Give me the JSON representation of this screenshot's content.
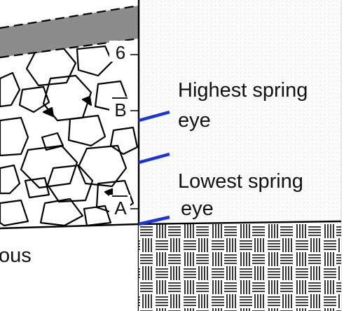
{
  "labels": {
    "marker_6": "6",
    "marker_b": "B",
    "marker_a": "A",
    "highest_line1": "Highest spring",
    "highest_line2": "eye",
    "lowest_line1": "Lowest spring",
    "lowest_line2": "eye",
    "left_fragment": "ous"
  },
  "colors": {
    "grey_band": "#8c8c8c",
    "blue_marker": "#1a35d6",
    "line": "#000000",
    "panel_bg": "#f7f7f7"
  }
}
